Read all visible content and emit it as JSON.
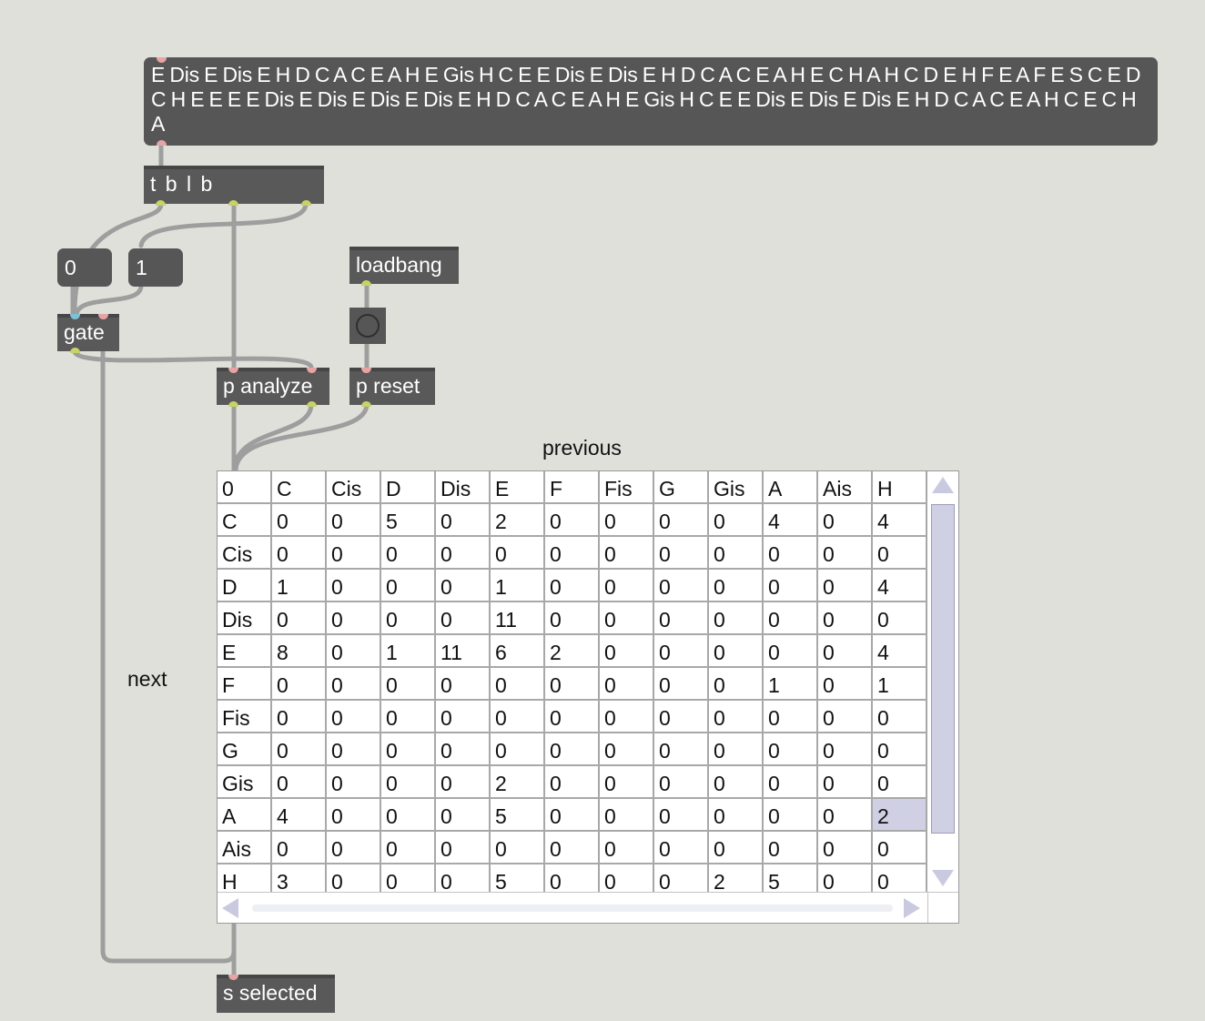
{
  "message_box": {
    "text": "E Dis E Dis E H D C A C E A H E Gis H C E E Dis E Dis E H D C A C E A H E C H A H C D E H F E A F E S C E D C H E E E E Dis E Dis E Dis E Dis E H D C A C E A H E Gis H C E E Dis E Dis E Dis E H D C A C E A H C E C H A"
  },
  "objects": {
    "trigger": "t b l b",
    "number_zero": "0",
    "number_one": "1",
    "gate": "gate",
    "loadbang": "loadbang",
    "analyze": "p analyze",
    "reset": "p reset",
    "send": "s selected"
  },
  "comments": {
    "previous": "previous",
    "next": "next"
  },
  "cellblock": {
    "header": [
      "0",
      "C",
      "Cis",
      "D",
      "Dis",
      "E",
      "F",
      "Fis",
      "G",
      "Gis",
      "A",
      "Ais",
      "H"
    ],
    "rows": [
      [
        "C",
        "0",
        "0",
        "5",
        "0",
        "2",
        "0",
        "0",
        "0",
        "0",
        "4",
        "0",
        "4"
      ],
      [
        "Cis",
        "0",
        "0",
        "0",
        "0",
        "0",
        "0",
        "0",
        "0",
        "0",
        "0",
        "0",
        "0"
      ],
      [
        "D",
        "1",
        "0",
        "0",
        "0",
        "1",
        "0",
        "0",
        "0",
        "0",
        "0",
        "0",
        "4"
      ],
      [
        "Dis",
        "0",
        "0",
        "0",
        "0",
        "11",
        "0",
        "0",
        "0",
        "0",
        "0",
        "0",
        "0"
      ],
      [
        "E",
        "8",
        "0",
        "1",
        "11",
        "6",
        "2",
        "0",
        "0",
        "0",
        "0",
        "0",
        "4"
      ],
      [
        "F",
        "0",
        "0",
        "0",
        "0",
        "0",
        "0",
        "0",
        "0",
        "0",
        "1",
        "0",
        "1"
      ],
      [
        "Fis",
        "0",
        "0",
        "0",
        "0",
        "0",
        "0",
        "0",
        "0",
        "0",
        "0",
        "0",
        "0"
      ],
      [
        "G",
        "0",
        "0",
        "0",
        "0",
        "0",
        "0",
        "0",
        "0",
        "0",
        "0",
        "0",
        "0"
      ],
      [
        "Gis",
        "0",
        "0",
        "0",
        "0",
        "2",
        "0",
        "0",
        "0",
        "0",
        "0",
        "0",
        "0"
      ],
      [
        "A",
        "4",
        "0",
        "0",
        "0",
        "5",
        "0",
        "0",
        "0",
        "0",
        "0",
        "0",
        "2"
      ],
      [
        "Ais",
        "0",
        "0",
        "0",
        "0",
        "0",
        "0",
        "0",
        "0",
        "0",
        "0",
        "0",
        "0"
      ],
      [
        "H",
        "3",
        "0",
        "0",
        "0",
        "5",
        "0",
        "0",
        "0",
        "2",
        "5",
        "0",
        "0"
      ]
    ],
    "selected_cell": {
      "row": 9,
      "col": 12
    },
    "selection_color": "#cfd0e4",
    "vertical_scroll_fraction": 0.0
  },
  "colors": {
    "canvas": "#e0e0db",
    "object_fill": "#595959",
    "cord": "#a9a9a9",
    "inlet": "#e7a4a4",
    "outlet": "#c8d26a"
  }
}
